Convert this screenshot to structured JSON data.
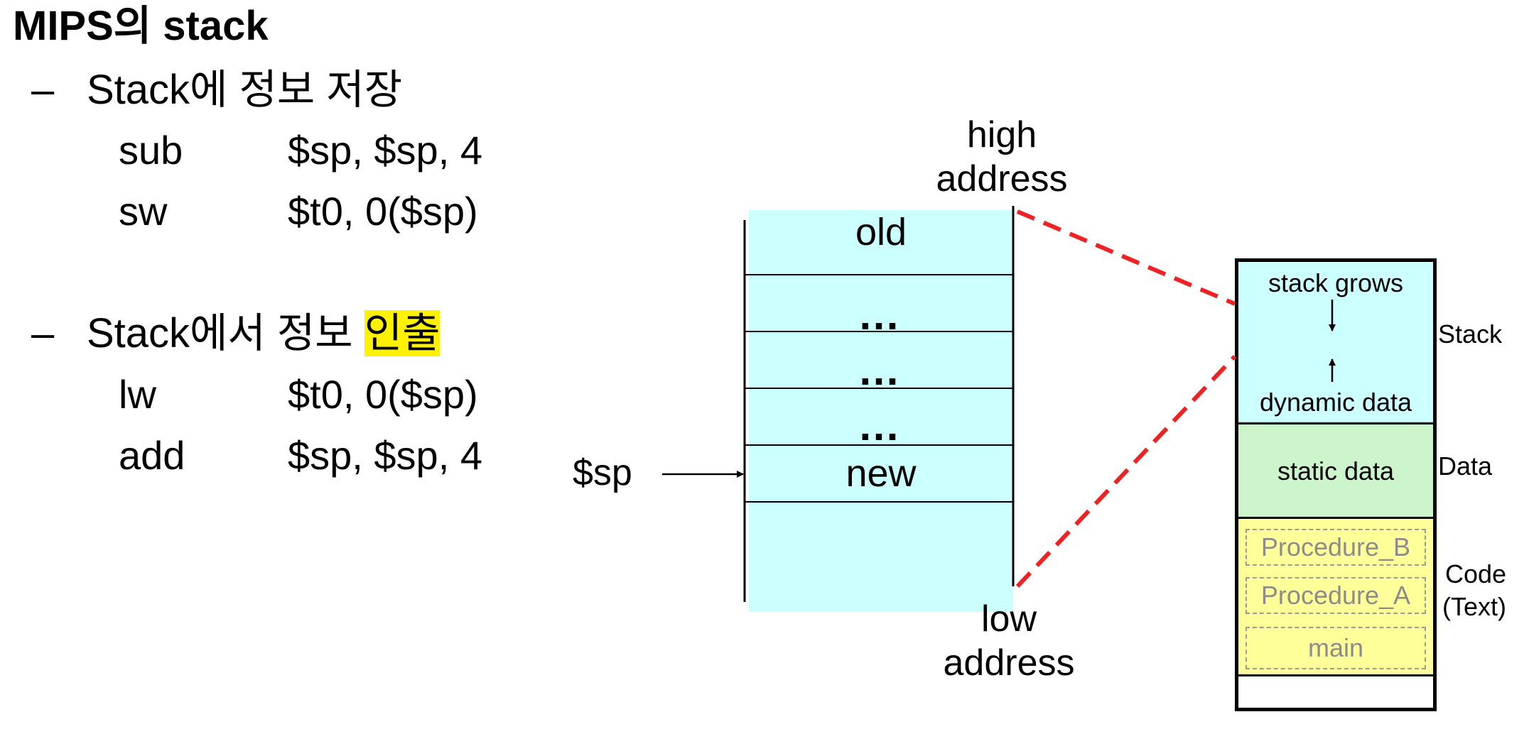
{
  "title": "MIPS의 stack",
  "push": {
    "bullet": "Stack에 정보 저장",
    "lines": [
      {
        "op": "sub",
        "args": "$sp, $sp, 4"
      },
      {
        "op": "sw",
        "args": "$t0, 0($sp)"
      }
    ]
  },
  "pop": {
    "bullet_pre": "Stack에서 정보 ",
    "bullet_highlight": "인출",
    "lines": [
      {
        "op": "lw",
        "args": "$t0, 0($sp)"
      },
      {
        "op": "add",
        "args": "$sp, $sp, 4"
      }
    ]
  },
  "stack_diagram": {
    "high_label_1": "high",
    "high_label_2": "address",
    "low_label_1": "low",
    "low_label_2": "address",
    "cells": [
      "old",
      "…",
      "…",
      "…",
      "new"
    ],
    "pointer_label": "$sp"
  },
  "memory_map": {
    "stack_grows": "stack grows",
    "dynamic_data": "dynamic data",
    "static_data": "static data",
    "procedures": [
      "Procedure_B",
      "Procedure_A",
      "main"
    ],
    "segments": {
      "stack": "Stack",
      "data": "Data",
      "code_1": "Code",
      "code_2": "(Text)"
    }
  },
  "colors": {
    "stack_fill": "#ccffff",
    "data_fill": "#ccf5cc",
    "code_fill": "#ffff99",
    "zoom_lines": "#ee2222",
    "highlight": "#fff200"
  }
}
